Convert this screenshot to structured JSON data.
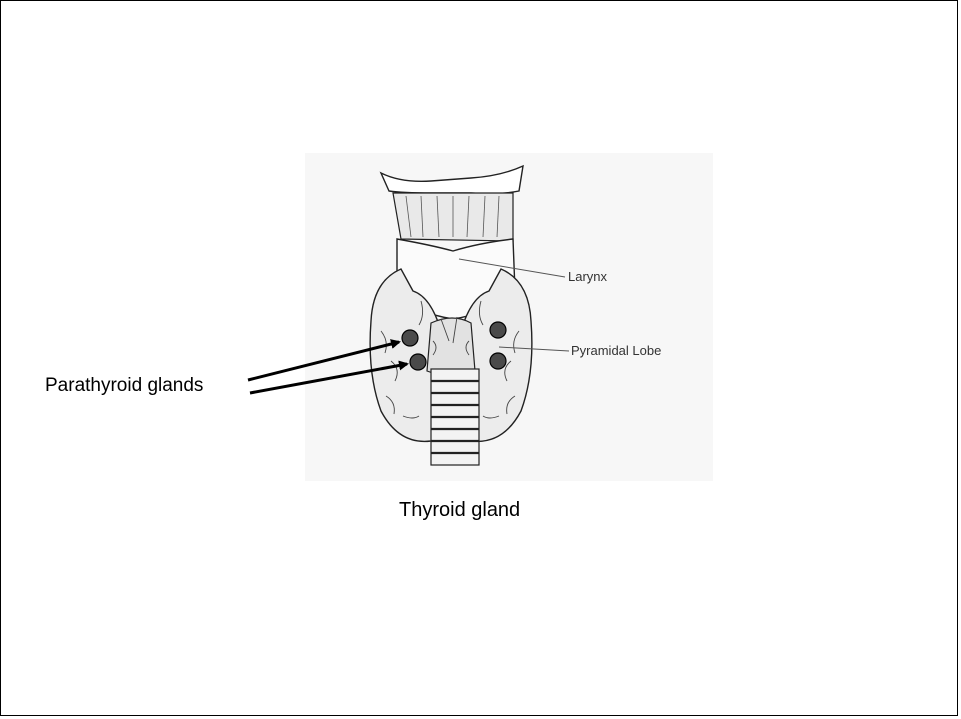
{
  "labels": {
    "larynx": "Larynx",
    "pyramidal_lobe": "Pyramidal Lobe",
    "parathyroid": "Parathyroid glands",
    "caption": "Thyroid gland"
  },
  "colors": {
    "gland_dot": "#4a4a4a",
    "line": "#000000"
  }
}
